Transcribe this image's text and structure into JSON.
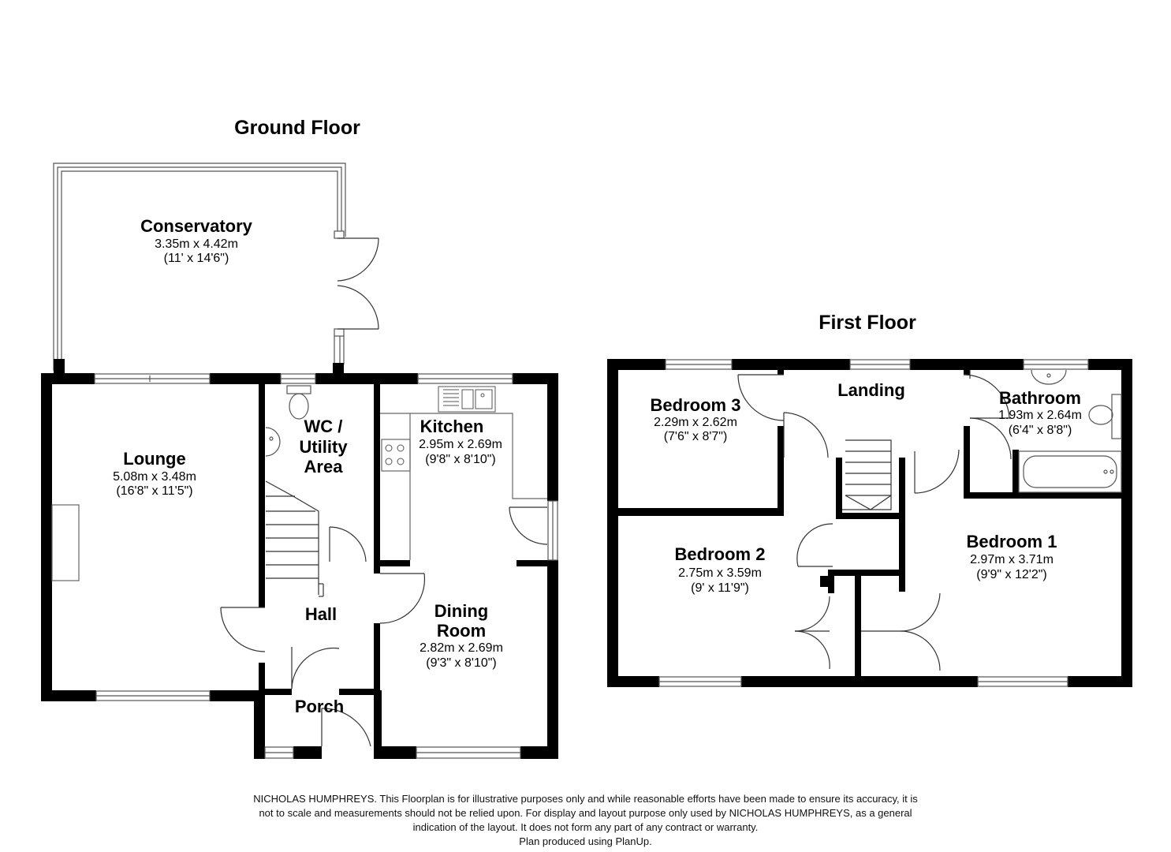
{
  "ground_floor": {
    "title": "Ground Floor",
    "rooms": {
      "conservatory": {
        "name": "Conservatory",
        "metric": "3.35m x 4.42m",
        "imperial": "(11' x 14'6\")"
      },
      "lounge": {
        "name": "Lounge",
        "metric": "5.08m x 3.48m",
        "imperial": "(16'8\" x 11'5\")"
      },
      "wc": {
        "name_lines": [
          "WC /",
          "Utility",
          "Area"
        ]
      },
      "kitchen": {
        "name": "Kitchen",
        "metric": "2.95m x 2.69m",
        "imperial": "(9'8\" x 8'10\")"
      },
      "hall": {
        "name": "Hall"
      },
      "dining": {
        "name_lines": [
          "Dining",
          "Room"
        ],
        "metric": "2.82m x 2.69m",
        "imperial": "(9'3\" x 8'10\")"
      },
      "porch": {
        "name": "Porch"
      }
    }
  },
  "first_floor": {
    "title": "First Floor",
    "rooms": {
      "bedroom3": {
        "name": "Bedroom 3",
        "metric": "2.29m x 2.62m",
        "imperial": "(7'6\" x 8'7\")"
      },
      "landing": {
        "name": "Landing"
      },
      "bathroom": {
        "name": "Bathroom",
        "metric": "1.93m x 2.64m",
        "imperial": "(6'4\" x 8'8\")"
      },
      "bedroom2": {
        "name": "Bedroom 2",
        "metric": "2.75m x 3.59m",
        "imperial": "(9' x 11'9\")"
      },
      "bedroom1": {
        "name": "Bedroom 1",
        "metric": "2.97m x 3.71m",
        "imperial": "(9'9\" x 12'2\")"
      }
    }
  },
  "disclaimer": {
    "lines": [
      "NICHOLAS HUMPHREYS. This Floorplan is for illustrative purposes only and while reasonable efforts have been made to ensure its accuracy, it is",
      "not to scale and measurements should not be relied upon. For display and layout purpose only used by NICHOLAS HUMPHREYS, as a general",
      "indication of the layout. It does not form any part of any contract or warranty.",
      "Plan produced using PlanUp."
    ]
  }
}
